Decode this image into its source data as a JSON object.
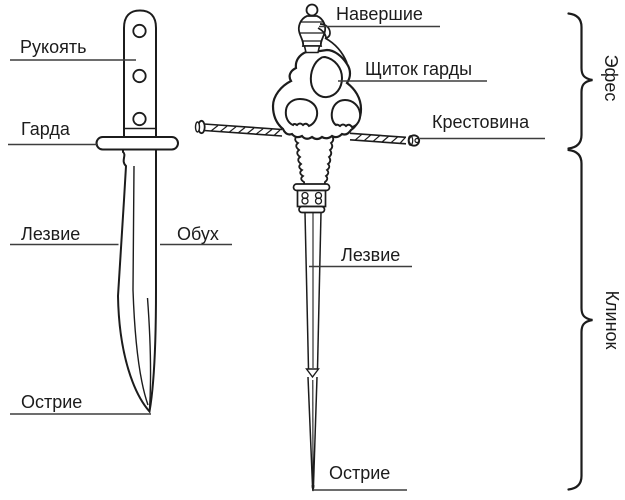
{
  "knife": {
    "handle_label": "Рукоять",
    "guard_label": "Гарда",
    "edge_label": "Лезвие",
    "spine_label": "Обух",
    "point_label": "Острие"
  },
  "sword": {
    "pommel_label": "Навершие",
    "guard_shield_label": "Щиток гарды",
    "crossguard_label": "Крестовина",
    "edge_label": "Лезвие",
    "point_label": "Острие"
  },
  "sections": {
    "hilt_label": "Эфес",
    "blade_label": "Клинок"
  },
  "colors": {
    "ink": "#1c1c1c",
    "leader_line": "#3d3d3d",
    "background": "#ffffff"
  }
}
